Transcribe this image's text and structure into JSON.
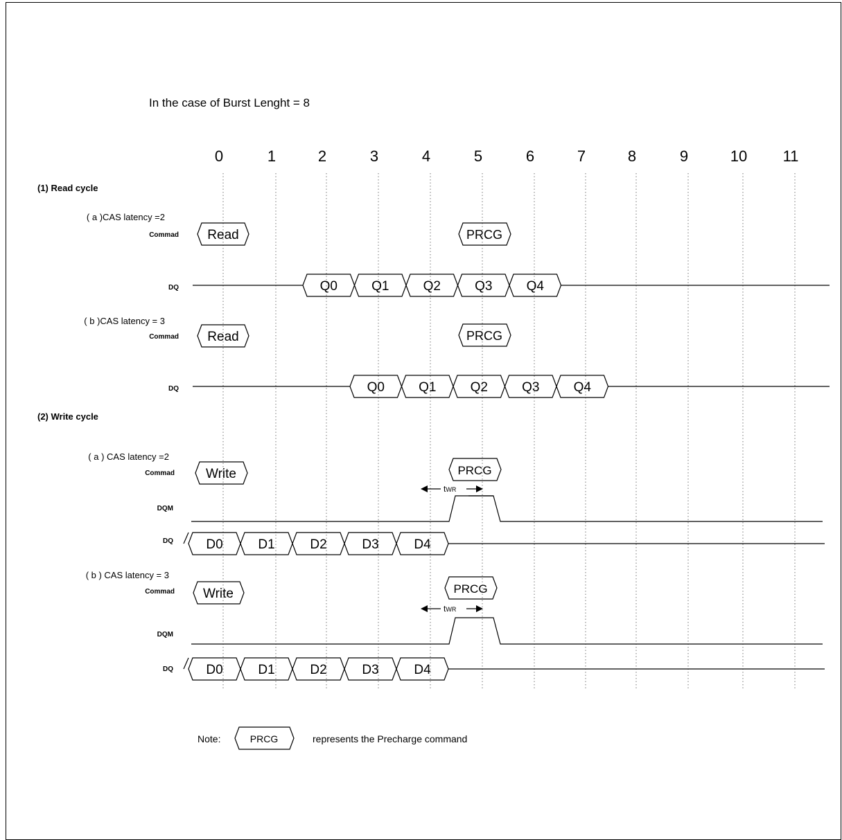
{
  "title": "In the case of Burst Lenght = 8",
  "clocks": [
    "0",
    "1",
    "2",
    "3",
    "4",
    "5",
    "6",
    "7",
    "8",
    "9",
    "10",
    "11"
  ],
  "read_cycle": {
    "heading": "(1) Read cycle",
    "a": {
      "label": "( a )CAS latency =2",
      "cmd_label": "Commad",
      "cmd_read": "Read",
      "cmd_prcg": "PRCG",
      "dq_label": "DQ",
      "dq": [
        "Q0",
        "Q1",
        "Q2",
        "Q3",
        "Q4"
      ]
    },
    "b": {
      "label": "( b )CAS latency = 3",
      "cmd_label": "Commad",
      "cmd_read": "Read",
      "cmd_prcg": "PRCG",
      "dq_label": "DQ",
      "dq": [
        "Q0",
        "Q1",
        "Q2",
        "Q3",
        "Q4"
      ]
    }
  },
  "write_cycle": {
    "heading": "(2) Write cycle",
    "a": {
      "label": "( a ) CAS latency =2",
      "cmd_label": "Commad",
      "cmd_write": "Write",
      "cmd_prcg": "PRCG",
      "twr_main": "t",
      "twr_sub": "WR",
      "dqm_label": "DQM",
      "dq_label": "DQ",
      "dq": [
        "D0",
        "D1",
        "D2",
        "D3",
        "D4"
      ]
    },
    "b": {
      "label": "( b ) CAS latency = 3",
      "cmd_label": "Commad",
      "cmd_write": "Write",
      "cmd_prcg": "PRCG",
      "twr_main": "t",
      "twr_sub": "WR",
      "dqm_label": "DQM",
      "dq_label": "DQ",
      "dq": [
        "D0",
        "D1",
        "D2",
        "D3",
        "D4"
      ]
    }
  },
  "note": {
    "prefix": "Note:",
    "symbol": "PRCG",
    "text": "represents the Precharge command"
  }
}
